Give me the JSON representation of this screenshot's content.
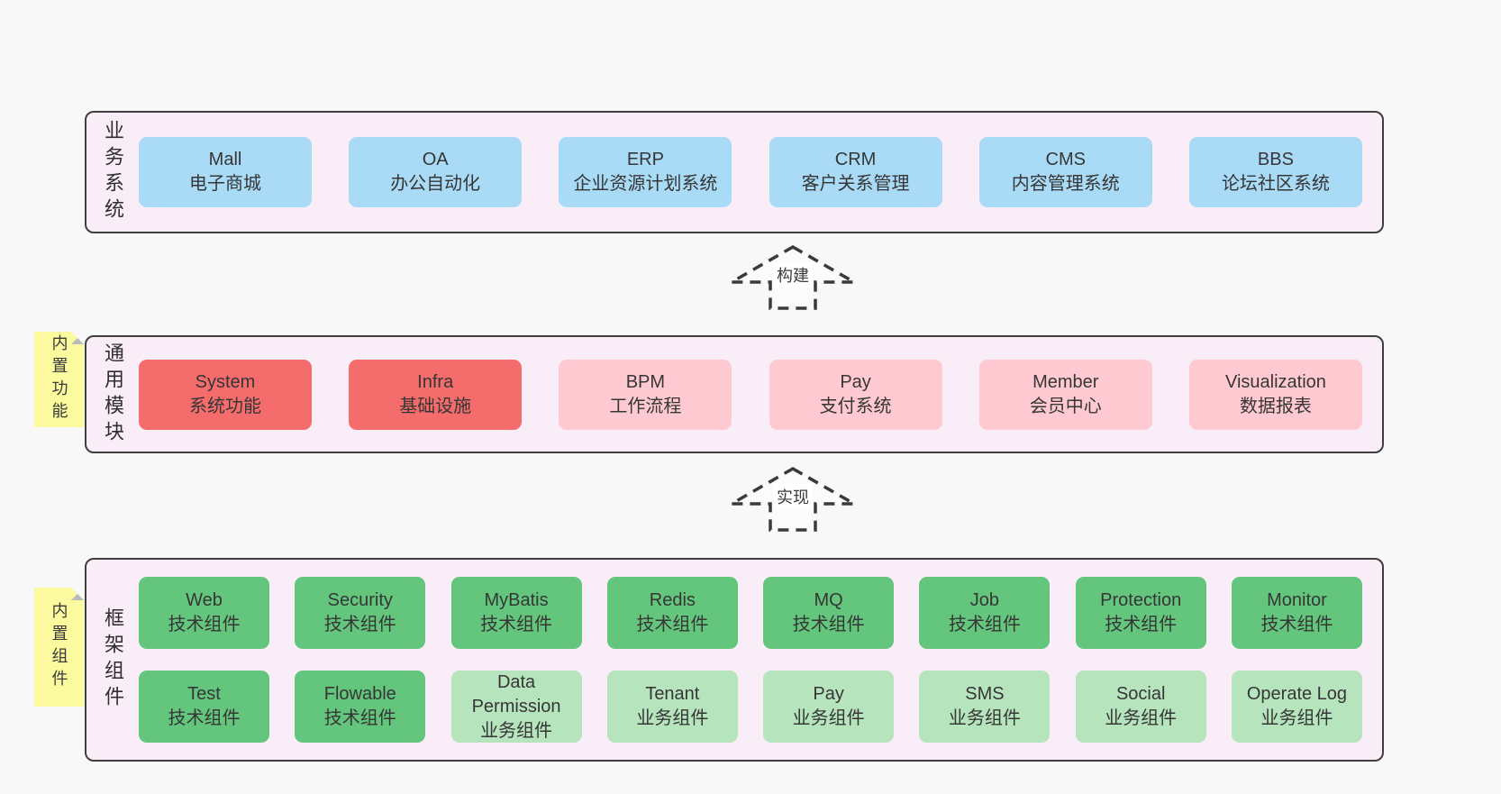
{
  "colors": {
    "page_bg": "#f9f8f9",
    "container_bg": "#f9eef7",
    "container_border": "#3f3f3f",
    "system_blue": "#a9dbf6",
    "core_red": "#f56c6c",
    "module_pink": "#ffc9d2",
    "tech_green": "#63c67c",
    "biz_light_green": "#b6e4bd",
    "note_yellow": "#fbfa9e",
    "note_fold_gray": "#b9b9b9",
    "text": "#363636"
  },
  "arrows": {
    "build": "构建",
    "implement": "实现"
  },
  "business": {
    "label": "业务系统",
    "boxes": [
      {
        "title": "Mall",
        "subtitle": "电子商城"
      },
      {
        "title": "OA",
        "subtitle": "办公自动化"
      },
      {
        "title": "ERP",
        "subtitle": "企业资源计划系统"
      },
      {
        "title": "CRM",
        "subtitle": "客户关系管理"
      },
      {
        "title": "CMS",
        "subtitle": "内容管理系统"
      },
      {
        "title": "BBS",
        "subtitle": "论坛社区系统"
      }
    ]
  },
  "modules": {
    "label": "通用模块",
    "note": "内置功能",
    "boxes": [
      {
        "title": "System",
        "subtitle": "系统功能",
        "variant": "red"
      },
      {
        "title": "Infra",
        "subtitle": "基础设施",
        "variant": "red"
      },
      {
        "title": "BPM",
        "subtitle": "工作流程",
        "variant": "pink"
      },
      {
        "title": "Pay",
        "subtitle": "支付系统",
        "variant": "pink"
      },
      {
        "title": "Member",
        "subtitle": "会员中心",
        "variant": "pink"
      },
      {
        "title": "Visualization",
        "subtitle": "数据报表",
        "variant": "pink"
      }
    ]
  },
  "components": {
    "label": "框架组件",
    "note": "内置组件",
    "row1": [
      {
        "title": "Web",
        "subtitle": "技术组件"
      },
      {
        "title": "Security",
        "subtitle": "技术组件"
      },
      {
        "title": "MyBatis",
        "subtitle": "技术组件"
      },
      {
        "title": "Redis",
        "subtitle": "技术组件"
      },
      {
        "title": "MQ",
        "subtitle": "技术组件"
      },
      {
        "title": "Job",
        "subtitle": "技术组件"
      },
      {
        "title": "Protection",
        "subtitle": "技术组件"
      },
      {
        "title": "Monitor",
        "subtitle": "技术组件"
      }
    ],
    "row2": [
      {
        "title": "Test",
        "subtitle": "技术组件",
        "variant": "green"
      },
      {
        "title": "Flowable",
        "subtitle": "技术组件",
        "variant": "green"
      },
      {
        "title": "Data Permission",
        "subtitle": "业务组件",
        "variant": "lightgreen"
      },
      {
        "title": "Tenant",
        "subtitle": "业务组件",
        "variant": "lightgreen"
      },
      {
        "title": "Pay",
        "subtitle": "业务组件",
        "variant": "lightgreen"
      },
      {
        "title": "SMS",
        "subtitle": "业务组件",
        "variant": "lightgreen"
      },
      {
        "title": "Social",
        "subtitle": "业务组件",
        "variant": "lightgreen"
      },
      {
        "title": "Operate Log",
        "subtitle": "业务组件",
        "variant": "lightgreen"
      }
    ]
  }
}
